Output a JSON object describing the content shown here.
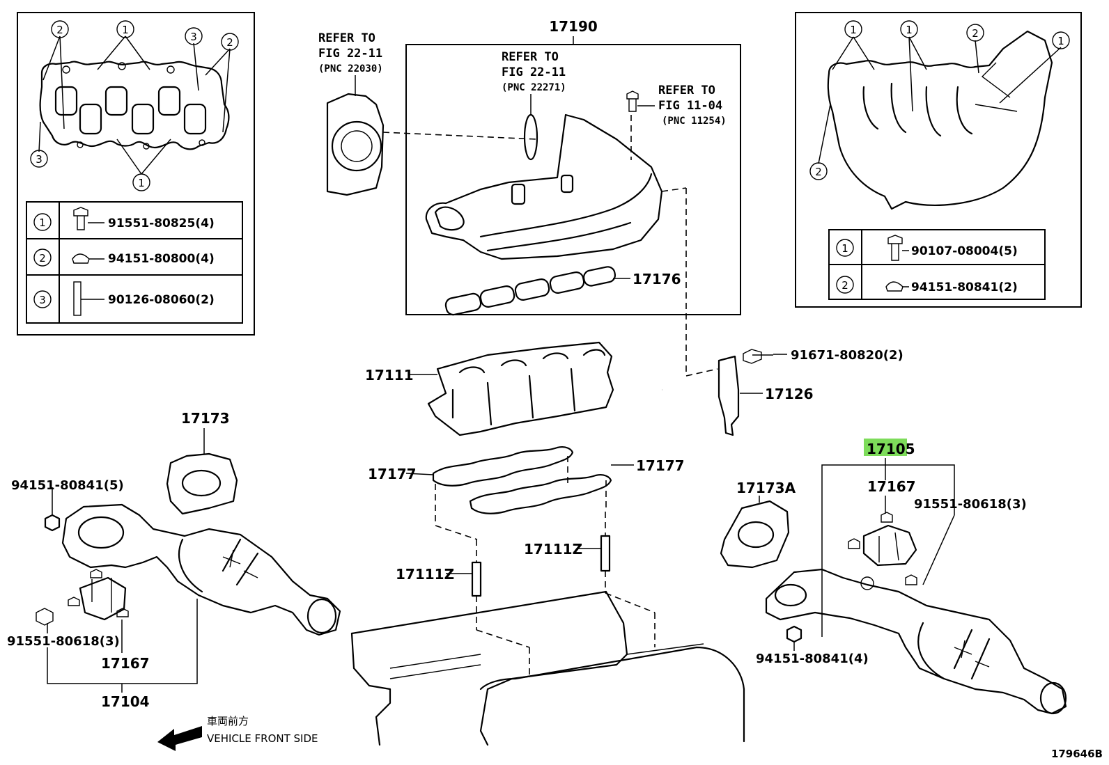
{
  "diagram": {
    "figure_code": "179646B",
    "front_note": {
      "jp": "車両前方",
      "en": "VEHICLE FRONT SIDE"
    },
    "highlighted_part": "17105",
    "part_labels": {
      "p17190": "17190",
      "p17176": "17176",
      "p17111": "17111",
      "p17126": "17126",
      "p91671": "91671-80820(2)",
      "p17173": "17173",
      "p17177a": "17177",
      "p17177b": "17177",
      "p17111z_a": "17111Z",
      "p17111z_b": "17111Z",
      "p94151_5": "94151-80841(5)",
      "p91551_l": "91551-80618(3)",
      "p17167_l": "17167",
      "p17104": "17104",
      "p17105": "17105",
      "p17167_r": "17167",
      "p91551_r": "91551-80618(3)",
      "p17173a": "17173A",
      "p94151_4": "94151-80841(4)"
    },
    "refer": [
      {
        "l1": "REFER TO",
        "l2": "FIG 22-11",
        "l3": "(PNC 22030)"
      },
      {
        "l1": "REFER TO",
        "l2": "FIG 22-11",
        "l3": "(PNC 22271)"
      },
      {
        "l1": "REFER TO",
        "l2": "FIG 11-04",
        "l3": "(PNC 11254)"
      }
    ],
    "left_inset": {
      "callouts": [
        "2",
        "1",
        "3",
        "2",
        "3",
        "1"
      ],
      "table": [
        {
          "key": "1",
          "part": "91551-80825(4)"
        },
        {
          "key": "2",
          "part": "94151-80800(4)"
        },
        {
          "key": "3",
          "part": "90126-08060(2)"
        }
      ]
    },
    "right_inset": {
      "callouts": [
        "1",
        "1",
        "2",
        "1",
        "2"
      ],
      "table": [
        {
          "key": "1",
          "part": "90107-08004(5)"
        },
        {
          "key": "2",
          "part": "94151-80841(2)"
        }
      ]
    }
  }
}
